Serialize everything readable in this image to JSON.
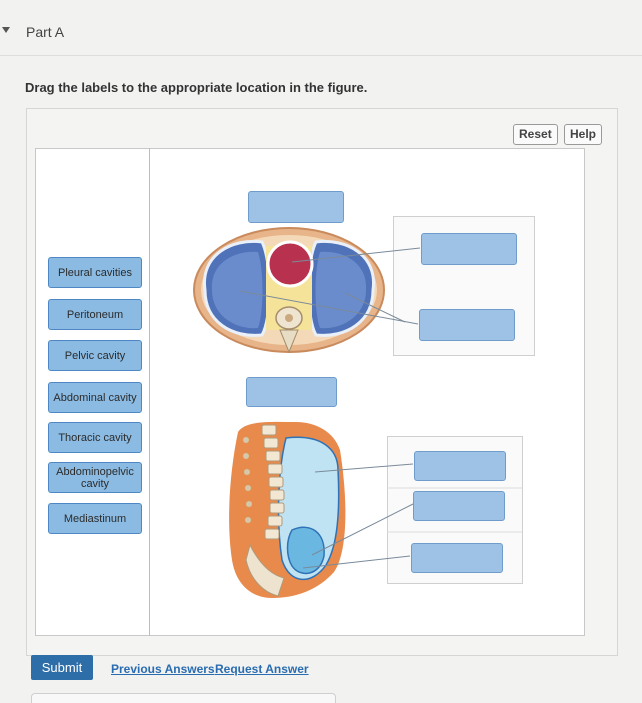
{
  "part": {
    "title": "Part A"
  },
  "instructions": "Drag the labels to the appropriate location in the figure.",
  "toolbar": {
    "reset_label": "Reset",
    "help_label": "Help"
  },
  "labels": [
    "Pleural cavities",
    "Peritoneum",
    "Pelvic cavity",
    "Abdominal cavity",
    "Thoracic cavity",
    "Abdominopelvic cavity",
    "Mediastinum"
  ],
  "targets": {
    "count": 7,
    "state": "empty"
  },
  "footer": {
    "submit_label": "Submit",
    "previous_answers_label": "Previous Answers",
    "request_answer_label": "Request Answer"
  },
  "colors": {
    "label_fill": "#8bbbe3",
    "target_fill": "#9ec2e6",
    "submit_bg": "#2d6ea8",
    "link": "#2a6cb0"
  }
}
